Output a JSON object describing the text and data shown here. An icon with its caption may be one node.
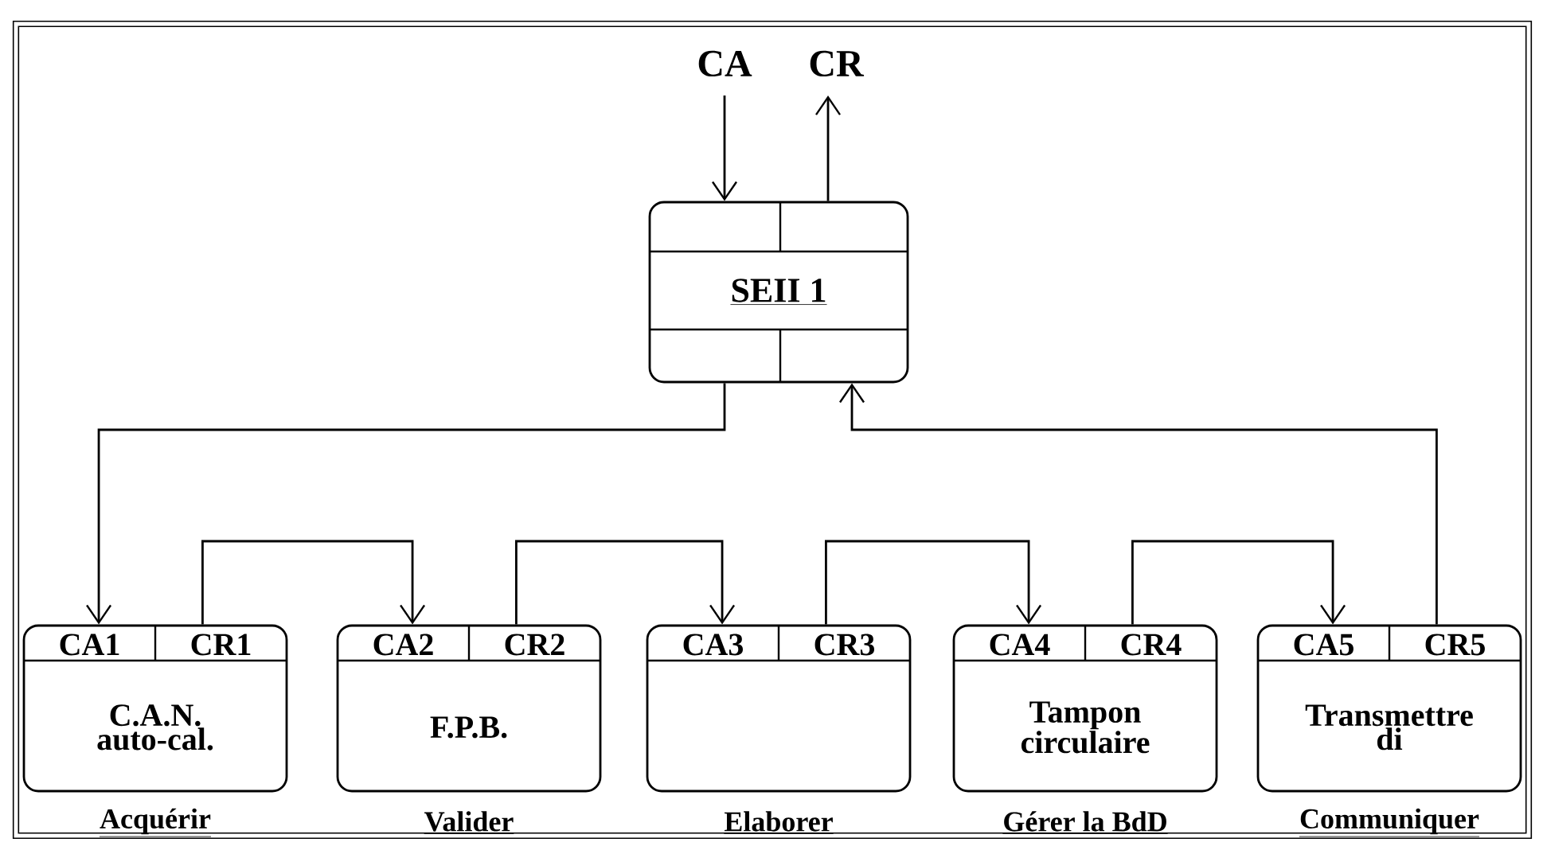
{
  "diagram": {
    "nodes": [
      {
        "text": [
          "SEII 1"
        ]
      },
      {
        "text": [
          "CA1",
          "CR1",
          "C.A.N. auto-cal."
        ],
        "beside": [
          "Acquérir"
        ]
      },
      {
        "text": [
          "CA2",
          "CR2",
          "F.P.B."
        ],
        "beside": [
          "Valider"
        ]
      },
      {
        "text": [
          "CA3",
          "CR3"
        ],
        "beside": [
          "Elaborer"
        ]
      },
      {
        "text": [
          "CA4",
          "CR4",
          "Tampon circulaire"
        ],
        "beside": [
          "Gérer la BdD"
        ]
      },
      {
        "text": [
          "CA5",
          "CR5",
          "Transmettre di"
        ],
        "beside": [
          "Communiquer"
        ]
      }
    ],
    "edges": [
      {
        "from": null,
        "to": 0,
        "arrow": "to",
        "label": "CA"
      },
      {
        "from": 0,
        "to": null,
        "arrow": "to",
        "label": "CR"
      },
      {
        "from": 0,
        "to": 1,
        "arrow": "to"
      },
      {
        "from": 1,
        "to": 2,
        "arrow": "to"
      },
      {
        "from": 2,
        "to": 3,
        "arrow": "to"
      },
      {
        "from": 3,
        "to": 4,
        "arrow": "to"
      },
      {
        "from": 4,
        "to": 5,
        "arrow": "to"
      },
      {
        "from": 5,
        "to": 0,
        "arrow": "to"
      }
    ]
  }
}
